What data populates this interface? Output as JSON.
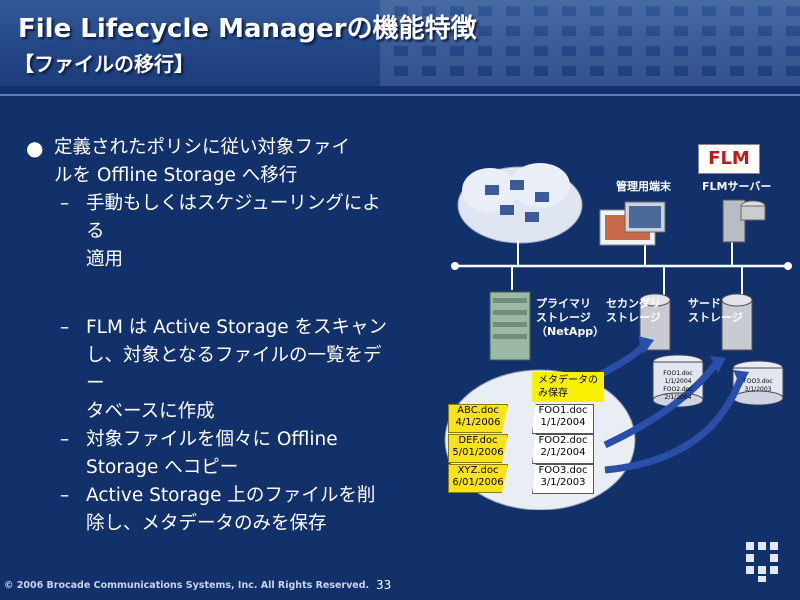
{
  "header": {
    "title": "File Lifecycle Managerの機能特徴",
    "subtitle": "【ファイルの移行】"
  },
  "bullets": {
    "main_line1": "定義されたポリシに従い対象ファイ",
    "main_line2": "ルを Offline Storage へ移行",
    "sub1_line1": "手動もしくはスケジューリングによる",
    "sub1_line2": "適用",
    "sub2_line1": "FLM は Active Storage をスキャン",
    "sub2_line2": "し、対象となるファイルの一覧をデー",
    "sub2_line3": "タベースに作成",
    "sub3_line1": "対象ファイルを個々に Offline",
    "sub3_line2": "Storage へコピー",
    "sub4_line1": "Active Storage 上のファイルを削",
    "sub4_line2": "除し、メタデータのみを保存"
  },
  "diagram": {
    "flm_logo": "FLM",
    "mgmt_terminal": "管理用端末",
    "flm_server": "FLMサーバー",
    "primary_line1": "プライマリ",
    "primary_line2": "ストレージ",
    "primary_line3": "（NetApp）",
    "secondary_line1": "セカンダリ",
    "secondary_line2": "ストレージ",
    "third_line1": "サード",
    "third_line2": "ストレージ",
    "metadata_line1": "メタデータの",
    "metadata_line2": "み保存",
    "files": [
      {
        "name": "ABC.doc",
        "date": "4/1/2006"
      },
      {
        "name": "DEF.doc",
        "date": "5/01/2006"
      },
      {
        "name": "XYZ.doc",
        "date": "6/01/2006"
      }
    ],
    "stubs": [
      {
        "name": "FOO1.doc",
        "date": "1/1/2004"
      },
      {
        "name": "FOO2.doc",
        "date": "2/1/2004"
      },
      {
        "name": "FOO3.doc",
        "date": "3/1/2003"
      }
    ],
    "secondary_cyl_line1": "FOO1.doc 1/1/2004",
    "secondary_cyl_line2": "FOO2.doc 2/1/2004",
    "third_cyl": "FOO3.doc 3/1/2003"
  },
  "footer": {
    "copyright": "© 2006 Brocade Communications Systems, Inc. All Rights Reserved.",
    "page_number": "33"
  },
  "colors": {
    "background": "#12306a",
    "header": "#244787",
    "highlight_yellow": "#f7e21e",
    "arrow_blue": "#2a4fa8"
  }
}
